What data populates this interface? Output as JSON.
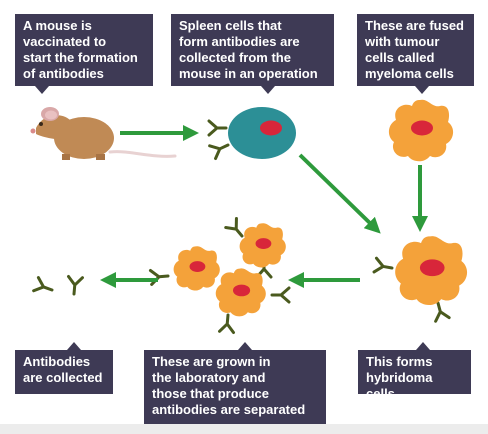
{
  "colors": {
    "box_bg": "#3e3a55",
    "box_text": "#ffffff",
    "arrow": "#2e9a3c",
    "antibody": "#4a5a1e",
    "tumour_cell": "#f4a23a",
    "tumour_nucleus": "#d8263a",
    "spleen_cell": "#2c8f96",
    "mouse_body": "#c08a55"
  },
  "labels": {
    "step1": "A mouse is\nvaccinated to\nstart the formation\nof antibodies",
    "step2": "Spleen cells that\nform antibodies are\ncollected from the\nmouse in an operation",
    "step3": "These are fused\nwith tumour\ncells called\nmyeloma cells",
    "step4": "This forms\nhybridoma cells",
    "step5": "These are grown in\nthe laboratory and\nthose that produce\nantibodies are separated",
    "step6": "Antibodies\nare collected"
  },
  "icons": [
    "mouse-icon",
    "spleen-cell-icon",
    "myeloma-cell-icon",
    "hybridoma-cell-icon",
    "cultured-cells-icon",
    "antibody-icon",
    "arrow-icon"
  ]
}
